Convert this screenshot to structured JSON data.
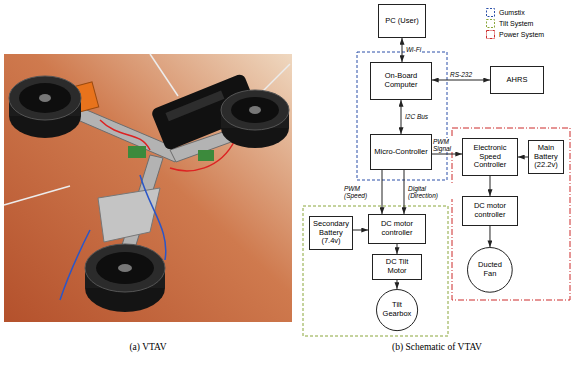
{
  "diagram": {
    "nodes": [
      {
        "text": [
          "PC (User)"
        ]
      },
      {
        "text": [
          "On-Board Computer"
        ]
      },
      {
        "text": [
          "AHRS"
        ]
      },
      {
        "text": [
          "Micro-Controller"
        ]
      },
      {
        "text": [
          "Electronic Speed Controller"
        ]
      },
      {
        "text": [
          "Main Battery (22.2v)"
        ]
      },
      {
        "text": [
          "Secondary Battery (7.4v)"
        ]
      },
      {
        "text": [
          "DC motor controller"
        ]
      },
      {
        "text": [
          "DC motor controller"
        ]
      },
      {
        "text": [
          "DC Tilt Motor"
        ]
      },
      {
        "text": [
          "Ducted Fan"
        ]
      },
      {
        "text": [
          "Tilt Gearbox"
        ]
      }
    ],
    "edges": [
      {
        "from": 0,
        "to": 1,
        "label": "Wi-Fi",
        "arrow": "both"
      },
      {
        "from": 1,
        "to": 2,
        "label": "RS-232",
        "arrow": "both"
      },
      {
        "from": 1,
        "to": 3,
        "label": "I2C Bus",
        "arrow": "both"
      },
      {
        "from": 3,
        "to": 4,
        "label": "PWM Signal",
        "arrow": "to"
      },
      {
        "from": 5,
        "to": 4,
        "arrow": "to"
      },
      {
        "from": 3,
        "to": 7,
        "label": "PWM (Speed)",
        "arrow": "to"
      },
      {
        "from": 3,
        "to": 7,
        "label": "Digital (Direction)",
        "arrow": "to"
      },
      {
        "from": 6,
        "to": 7,
        "arrow": "to"
      },
      {
        "from": 4,
        "to": 8,
        "arrow": "to"
      },
      {
        "from": 8,
        "to": 10,
        "arrow": "to"
      },
      {
        "from": 7,
        "to": 9,
        "arrow": "to"
      },
      {
        "from": 9,
        "to": 11,
        "arrow": "to"
      }
    ],
    "labels": [
      "(a) VTAV",
      "(b) Schematic of VTAV"
    ],
    "legend": [
      {
        "text": "Gumstix"
      },
      {
        "text": "Tilt System"
      },
      {
        "text": "Power System"
      }
    ]
  }
}
